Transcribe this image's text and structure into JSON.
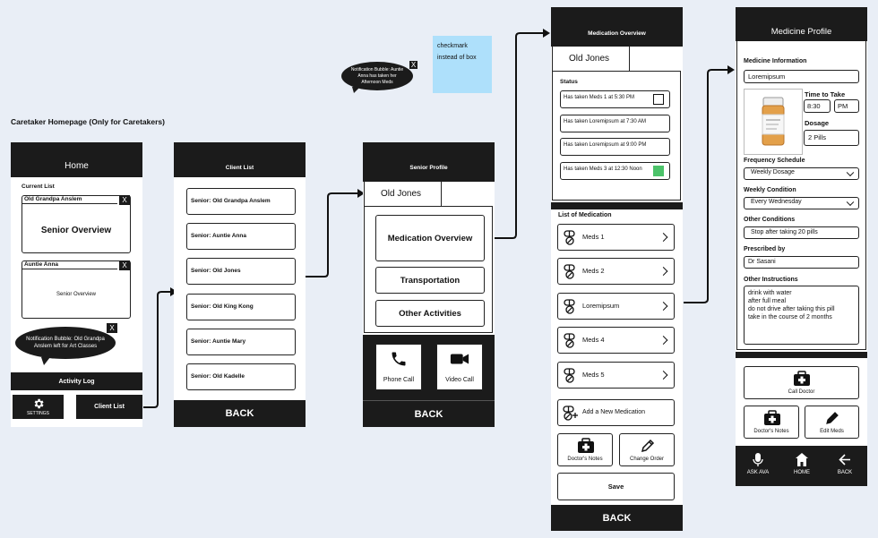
{
  "sticky": {
    "text": "checkmark instead of box"
  },
  "notif_top": {
    "text": "Notification Bubble: Auntie Anna has taken her Afternoon Meds",
    "close": "X"
  },
  "section_title": "Caretaker Homepage (Only for Caretakers)",
  "home": {
    "header": "Home",
    "current_list": "Current List",
    "card1_name": "Old Grandpa Anslem",
    "card1_body": "Senior Overview",
    "card2_name": "Auntie Anna",
    "card2_body": "Senior Overview",
    "close": "X",
    "notif": "Notification Bubble: Old Grandpa Anslem left for Art Classes",
    "notif_close": "X",
    "activity_log": "Activity Log",
    "settings": "SETTINGS",
    "client_list": "Client List"
  },
  "client_list": {
    "header": "Client List",
    "items": [
      "Senior: Old Grandpa Anslem",
      "Senior: Auntie Anna",
      "Senior: Old Jones",
      "Senior: Old King Kong",
      "Senior: Auntie Mary",
      "Senior: Old Kadelle"
    ],
    "back": "BACK"
  },
  "senior_profile": {
    "header": "Senior Profile",
    "name_tab": "Old Jones",
    "med_overview": "Medication Overview",
    "transportation": "Transportation",
    "other_activities": "Other Activities",
    "phone_call": "Phone Call",
    "video_call": "Video Call",
    "back": "BACK"
  },
  "med_overview": {
    "header": "Medication Overview",
    "name_tab": "Old Jones",
    "status_label": "Status",
    "status_items": [
      {
        "text": "Has taken Meds 1 at 5:30 PM",
        "mark": "box"
      },
      {
        "text": "Has taken Loremipsum at 7:30 AM",
        "mark": "none"
      },
      {
        "text": "Has taken Loremipsum at 9:00 PM",
        "mark": "none"
      },
      {
        "text": "Has taken Meds 3 at 12:30 Noon",
        "mark": "green"
      }
    ],
    "list_label": "List of Medication",
    "meds": [
      "Meds 1",
      "Meds 2",
      "Loremipsum",
      "Meds 4",
      "Meds 5"
    ],
    "add_med": "Add a New Medication",
    "doctors_notes": "Doctor's Notes",
    "change_order": "Change Order",
    "save": "Save",
    "back": "BACK",
    "green": "#4cc36a"
  },
  "medicine_profile": {
    "header": "Medicine Profile",
    "info_label": "Medicine Information",
    "med_name": "Loremipsum",
    "time_label": "Time to Take",
    "time": "8:30",
    "ampm": "PM",
    "dosage_label": "Dosage",
    "dosage": "2 Pills",
    "freq_label": "Frequency Schedule",
    "freq_value": "Weekly Dosage",
    "weekly_label": "Weekly Condition",
    "weekly_value": "Every Wednesday",
    "other_cond_label": "Other Conditions",
    "other_cond_value": "Stop after taking 20 pills",
    "prescribed_label": "Prescribed by",
    "prescribed_value": "Dr Sasani",
    "instr_label": "Other Instructions",
    "instr_lines": [
      "drink with water",
      "after full meal",
      "do not drive after taking this pill",
      "take in the course of 2 months"
    ],
    "call_doctor": "Call Doctor",
    "doctors_notes": "Doctor's Notes",
    "edit_meds": "Edit Meds",
    "nav": [
      "ASK AVA",
      "HOME",
      "BACK"
    ]
  }
}
